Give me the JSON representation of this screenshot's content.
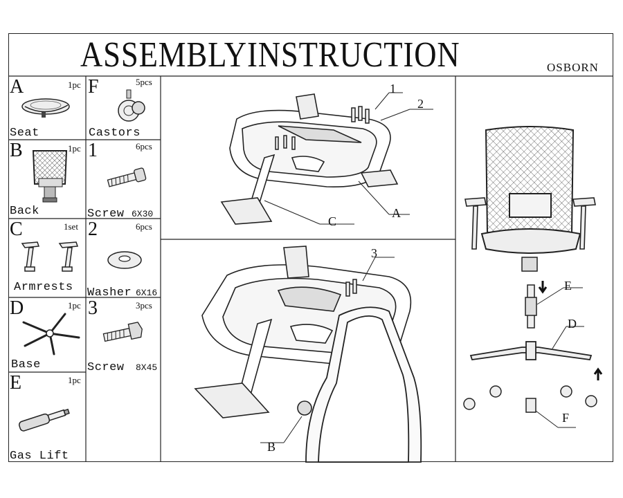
{
  "header": {
    "title": "ASSEMBLYINSTRUCTION",
    "brand": "OSBORN"
  },
  "parts": [
    {
      "letter": "A",
      "qty": "1pc",
      "name": "Seat"
    },
    {
      "letter": "B",
      "qty": "1pc",
      "name": "Back"
    },
    {
      "letter": "C",
      "qty": "1set",
      "name": "Armrests"
    },
    {
      "letter": "D",
      "qty": "1pc",
      "name": "Base"
    },
    {
      "letter": "E",
      "qty": "1pc",
      "name": "Gas Lift"
    },
    {
      "letter": "F",
      "qty": "5pcs",
      "name": "Castors"
    },
    {
      "letter": "1",
      "qty": "6pcs",
      "name": "Screw",
      "spec": "6X30"
    },
    {
      "letter": "2",
      "qty": "6pcs",
      "name": "Washer",
      "spec": "6X16"
    },
    {
      "letter": "3",
      "qty": "3pcs",
      "name": "Screw",
      "spec": "8X45"
    }
  ],
  "callouts": {
    "step1": [
      "1",
      "2",
      "C",
      "A"
    ],
    "step2": [
      "3",
      "B"
    ],
    "step3": [
      "E",
      "D",
      "F"
    ]
  }
}
